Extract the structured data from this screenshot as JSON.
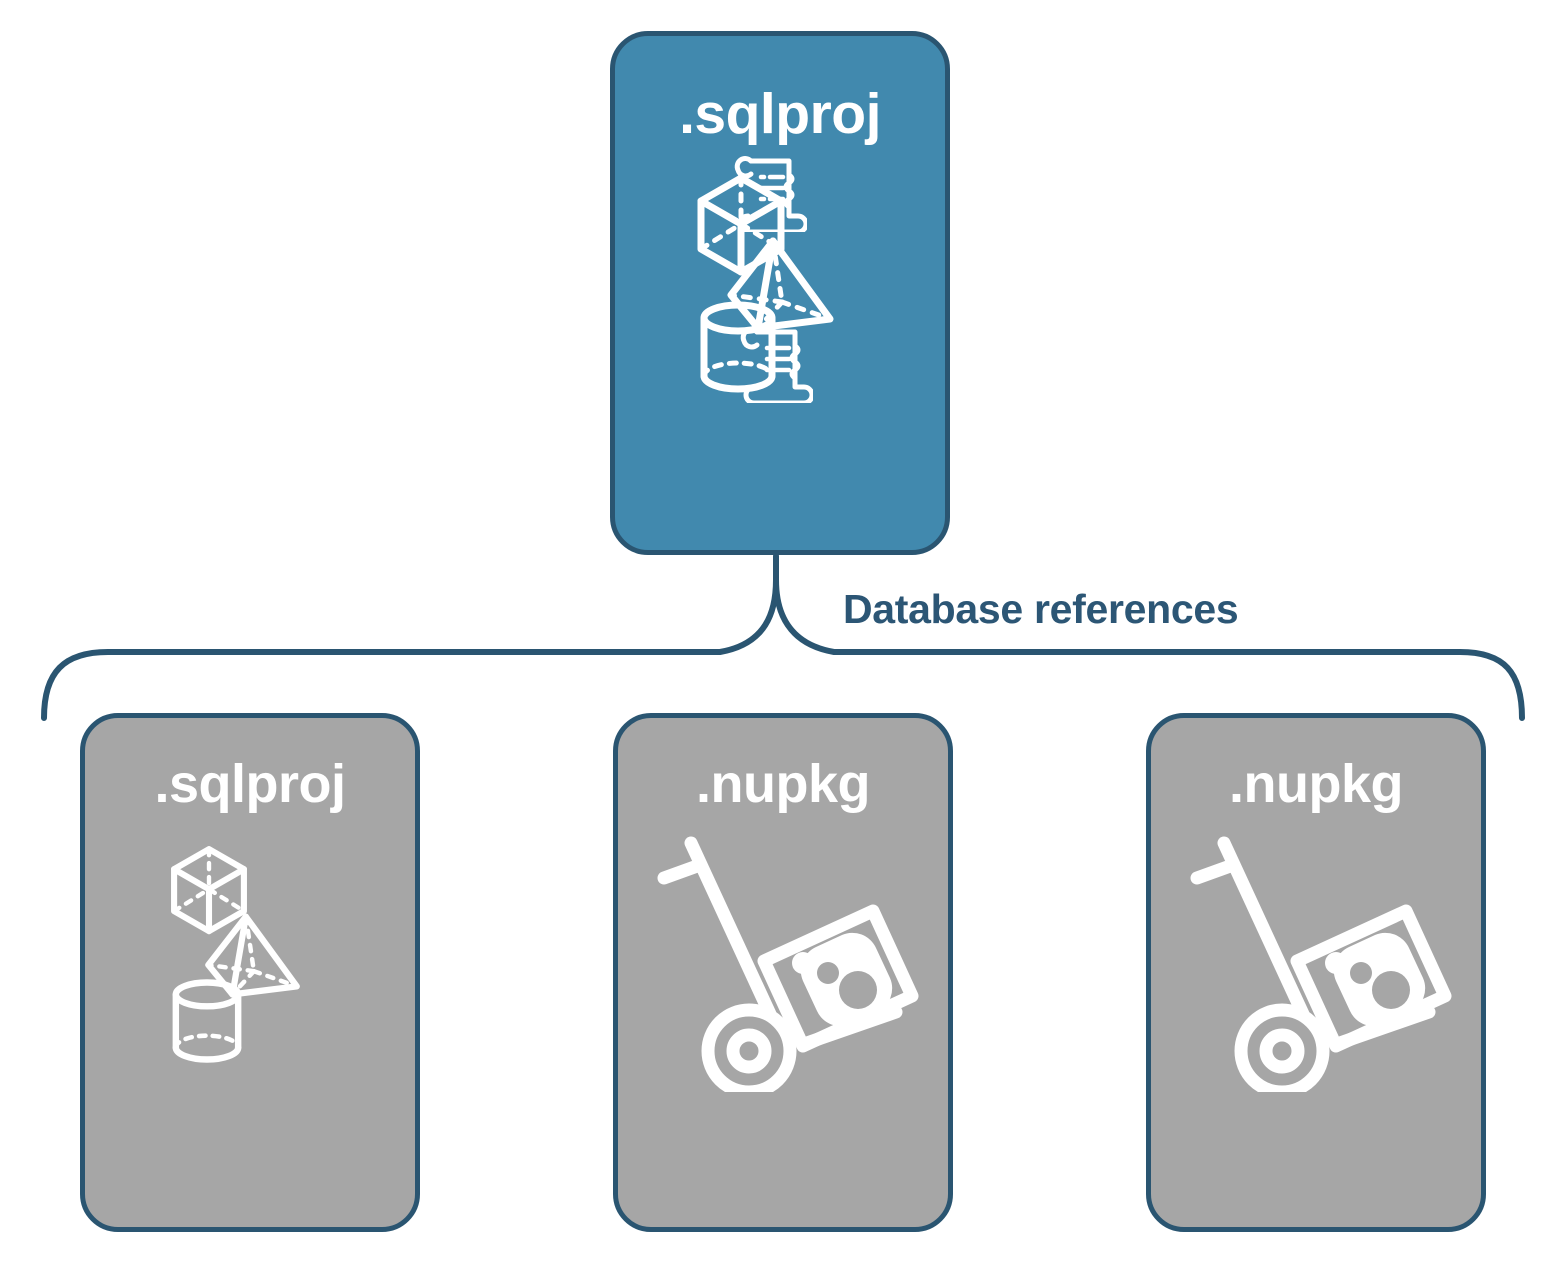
{
  "diagram": {
    "title": "Database references",
    "colors": {
      "root_fill": "#4189ae",
      "reference_fill": "#a6a6a6",
      "stroke": "#2a5571",
      "label_text": "#2c5675",
      "icon": "#ffffff",
      "background": "#ffffff"
    },
    "root": {
      "label": ".sqlproj",
      "icons": [
        "cube-icon",
        "script-scroll-icon",
        "pyramid-icon",
        "cylinder-icon",
        "script-scroll-icon"
      ]
    },
    "connector": {
      "label": "Database references",
      "shape": "curly-brace-bracket",
      "branches": 3
    },
    "references": [
      {
        "label": ".sqlproj",
        "icons": [
          "cube-icon",
          "pyramid-icon",
          "cylinder-icon"
        ]
      },
      {
        "label": ".nupkg",
        "icons": [
          "hand-truck-package-icon"
        ]
      },
      {
        "label": ".nupkg",
        "icons": [
          "hand-truck-package-icon"
        ]
      }
    ]
  }
}
